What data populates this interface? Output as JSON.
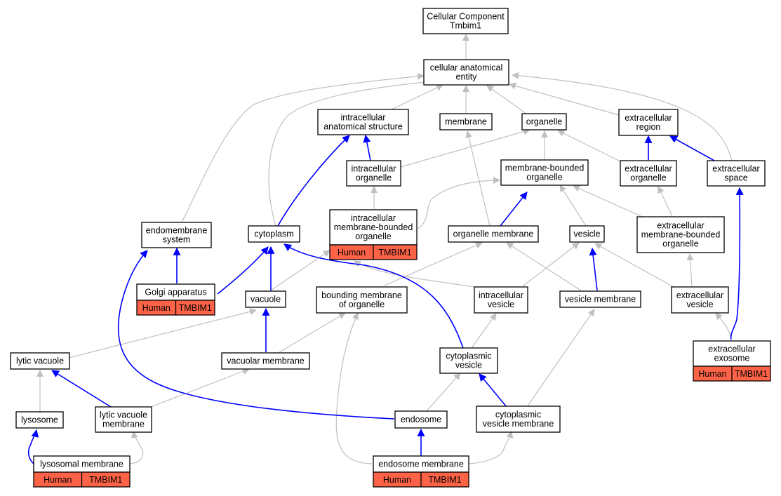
{
  "nodes": {
    "root": [
      "Cellular Component",
      "Tmbim1"
    ],
    "cae": [
      "cellular anatomical",
      "entity"
    ],
    "ias": [
      "intracellular",
      "anatomical structure"
    ],
    "membrane": [
      "membrane"
    ],
    "organelle": [
      "organelle"
    ],
    "ecr": [
      "extracellular",
      "region"
    ],
    "ico": [
      "intracellular",
      "organelle"
    ],
    "mbo": [
      "membrane-bounded",
      "organelle"
    ],
    "eco": [
      "extracellular",
      "organelle"
    ],
    "ecs": [
      "extracellular",
      "space"
    ],
    "imbo": [
      "intracellular",
      "membrane-bounded",
      "organelle"
    ],
    "ems": [
      "endomembrane",
      "system"
    ],
    "cytoplasm": [
      "cytoplasm"
    ],
    "om": [
      "organelle membrane"
    ],
    "vesicle": [
      "vesicle"
    ],
    "embo": [
      "extracellular",
      "membrane-bounded",
      "organelle"
    ],
    "golgi": [
      "Golgi apparatus"
    ],
    "vacuole": [
      "vacuole"
    ],
    "bmo": [
      "bounding membrane",
      "of organelle"
    ],
    "icv": [
      "intracellular",
      "vesicle"
    ],
    "vm": [
      "vesicle membrane"
    ],
    "ecv": [
      "extracellular",
      "vesicle"
    ],
    "lv": [
      "lytic vacuole"
    ],
    "vacm": [
      "vacuolar membrane"
    ],
    "cv": [
      "cytoplasmic",
      "vesicle"
    ],
    "exo": [
      "extracellular",
      "exosome"
    ],
    "lyso": [
      "lysosome"
    ],
    "lvm": [
      "lytic vacuole",
      "membrane"
    ],
    "endo": [
      "endosome"
    ],
    "cvm": [
      "cytoplasmic",
      "vesicle membrane"
    ],
    "lysm": [
      "lysosomal membrane"
    ],
    "endm": [
      "endosome membrane"
    ]
  },
  "annotation": {
    "species": "Human",
    "gene": "TMBIM1",
    "color": "#ff6347"
  },
  "annotated_nodes": [
    "imbo",
    "golgi",
    "exo",
    "lysm",
    "endm"
  ],
  "edge_colors": {
    "is_a": "#c0c0c0",
    "part_of": "#0000ff"
  }
}
